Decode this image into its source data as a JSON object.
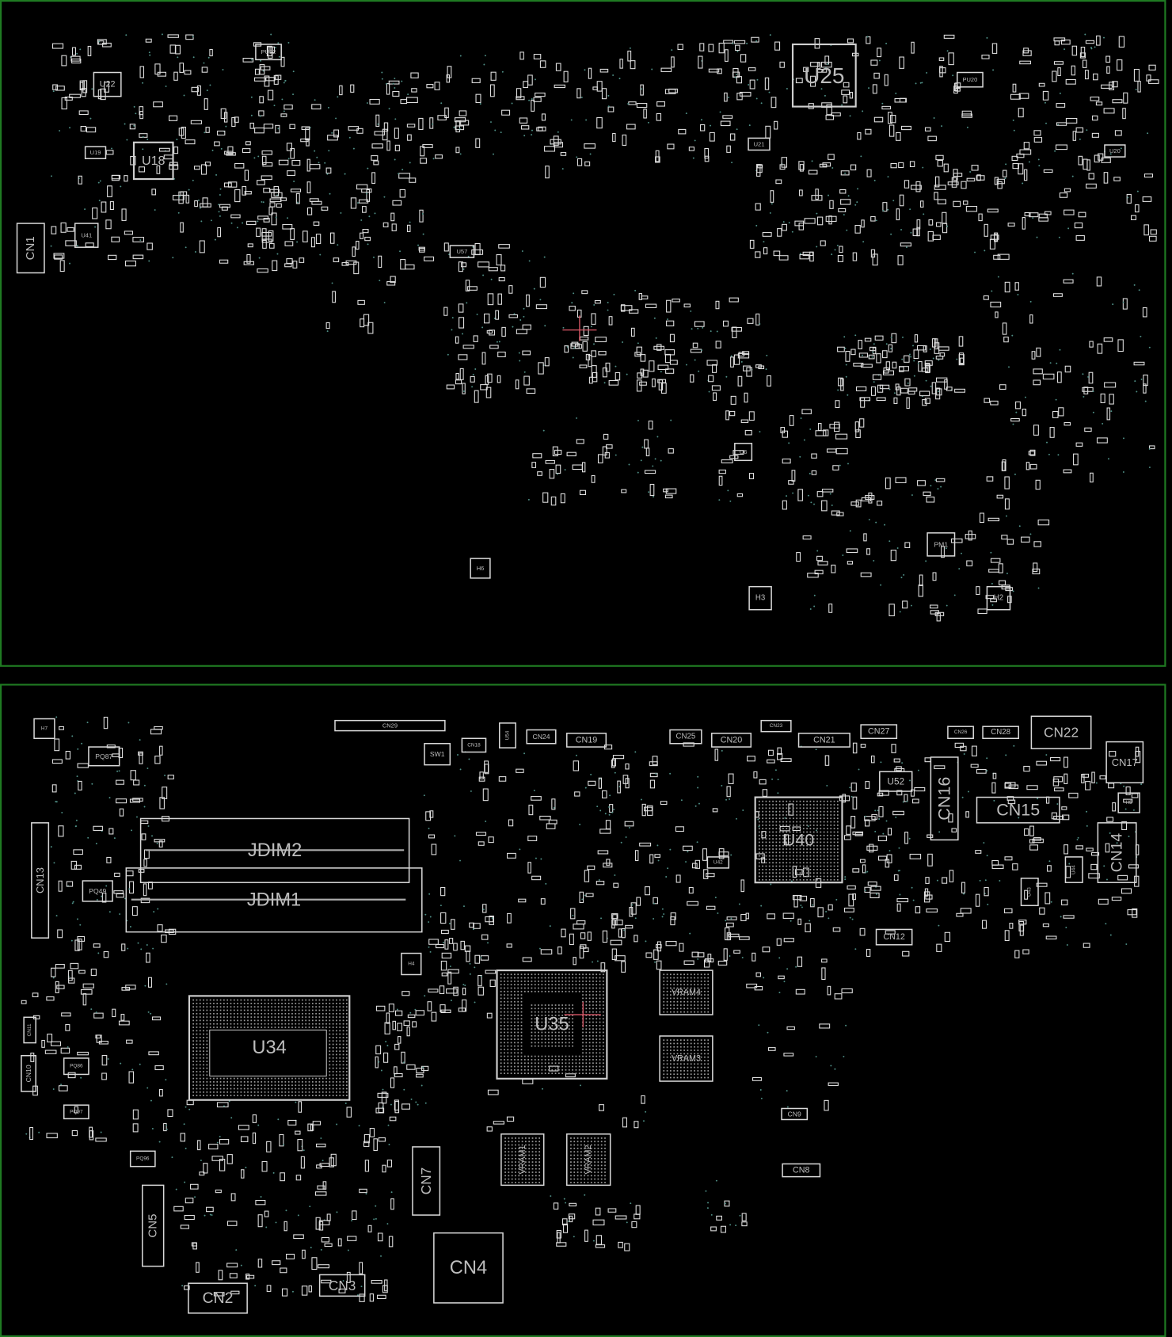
{
  "app": {
    "view": "boardview",
    "sides": [
      "top",
      "bottom"
    ]
  },
  "colors": {
    "background": "#000000",
    "outline": "#d9d9d9",
    "label": "#bdbdbd",
    "panel_border": "#1f7a22",
    "cursor": "#e05a6a",
    "via": "#4f8f86"
  },
  "board": {
    "top": {
      "components": [
        {
          "label": "U25"
        },
        {
          "label": "U18"
        },
        {
          "label": "U22"
        },
        {
          "label": "U19"
        },
        {
          "label": "CN1"
        },
        {
          "label": "U41"
        },
        {
          "label": "PU22"
        },
        {
          "label": "U21"
        },
        {
          "label": "PU20"
        },
        {
          "label": "U20"
        },
        {
          "label": "U57"
        },
        {
          "label": "U6"
        },
        {
          "label": "PM1"
        },
        {
          "label": "H3"
        },
        {
          "label": "H2"
        },
        {
          "label": "H6"
        }
      ]
    },
    "bottom": {
      "components": [
        {
          "label": "JDIM2"
        },
        {
          "label": "JDIM1"
        },
        {
          "label": "U34"
        },
        {
          "label": "U35"
        },
        {
          "label": "U40"
        },
        {
          "label": "VRAM4"
        },
        {
          "label": "VRAM3"
        },
        {
          "label": "VRAM1"
        },
        {
          "label": "VRAM2"
        },
        {
          "label": "CN4"
        },
        {
          "label": "CN2"
        },
        {
          "label": "CN3"
        },
        {
          "label": "CN5"
        },
        {
          "label": "CN7"
        },
        {
          "label": "CN13"
        },
        {
          "label": "CN16"
        },
        {
          "label": "CN15"
        },
        {
          "label": "CN14"
        },
        {
          "label": "CN22"
        },
        {
          "label": "CN17"
        },
        {
          "label": "CN29"
        },
        {
          "label": "CN12"
        },
        {
          "label": "CN9"
        },
        {
          "label": "CN8"
        },
        {
          "label": "CN10"
        },
        {
          "label": "CN11"
        },
        {
          "label": "CN24"
        },
        {
          "label": "CN19"
        },
        {
          "label": "CN25"
        },
        {
          "label": "CN20"
        },
        {
          "label": "CN23"
        },
        {
          "label": "CN21"
        },
        {
          "label": "CN27"
        },
        {
          "label": "CN26"
        },
        {
          "label": "CN28"
        },
        {
          "label": "CN18"
        },
        {
          "label": "SW1"
        },
        {
          "label": "U54"
        },
        {
          "label": "U52"
        },
        {
          "label": "PQ87"
        },
        {
          "label": "PQ49"
        },
        {
          "label": "PQ86"
        },
        {
          "label": "PQ97"
        },
        {
          "label": "PQ96"
        },
        {
          "label": "H7"
        },
        {
          "label": "H4"
        },
        {
          "label": "H5"
        },
        {
          "label": "U43"
        },
        {
          "label": "U44"
        },
        {
          "label": "U42"
        }
      ]
    }
  }
}
